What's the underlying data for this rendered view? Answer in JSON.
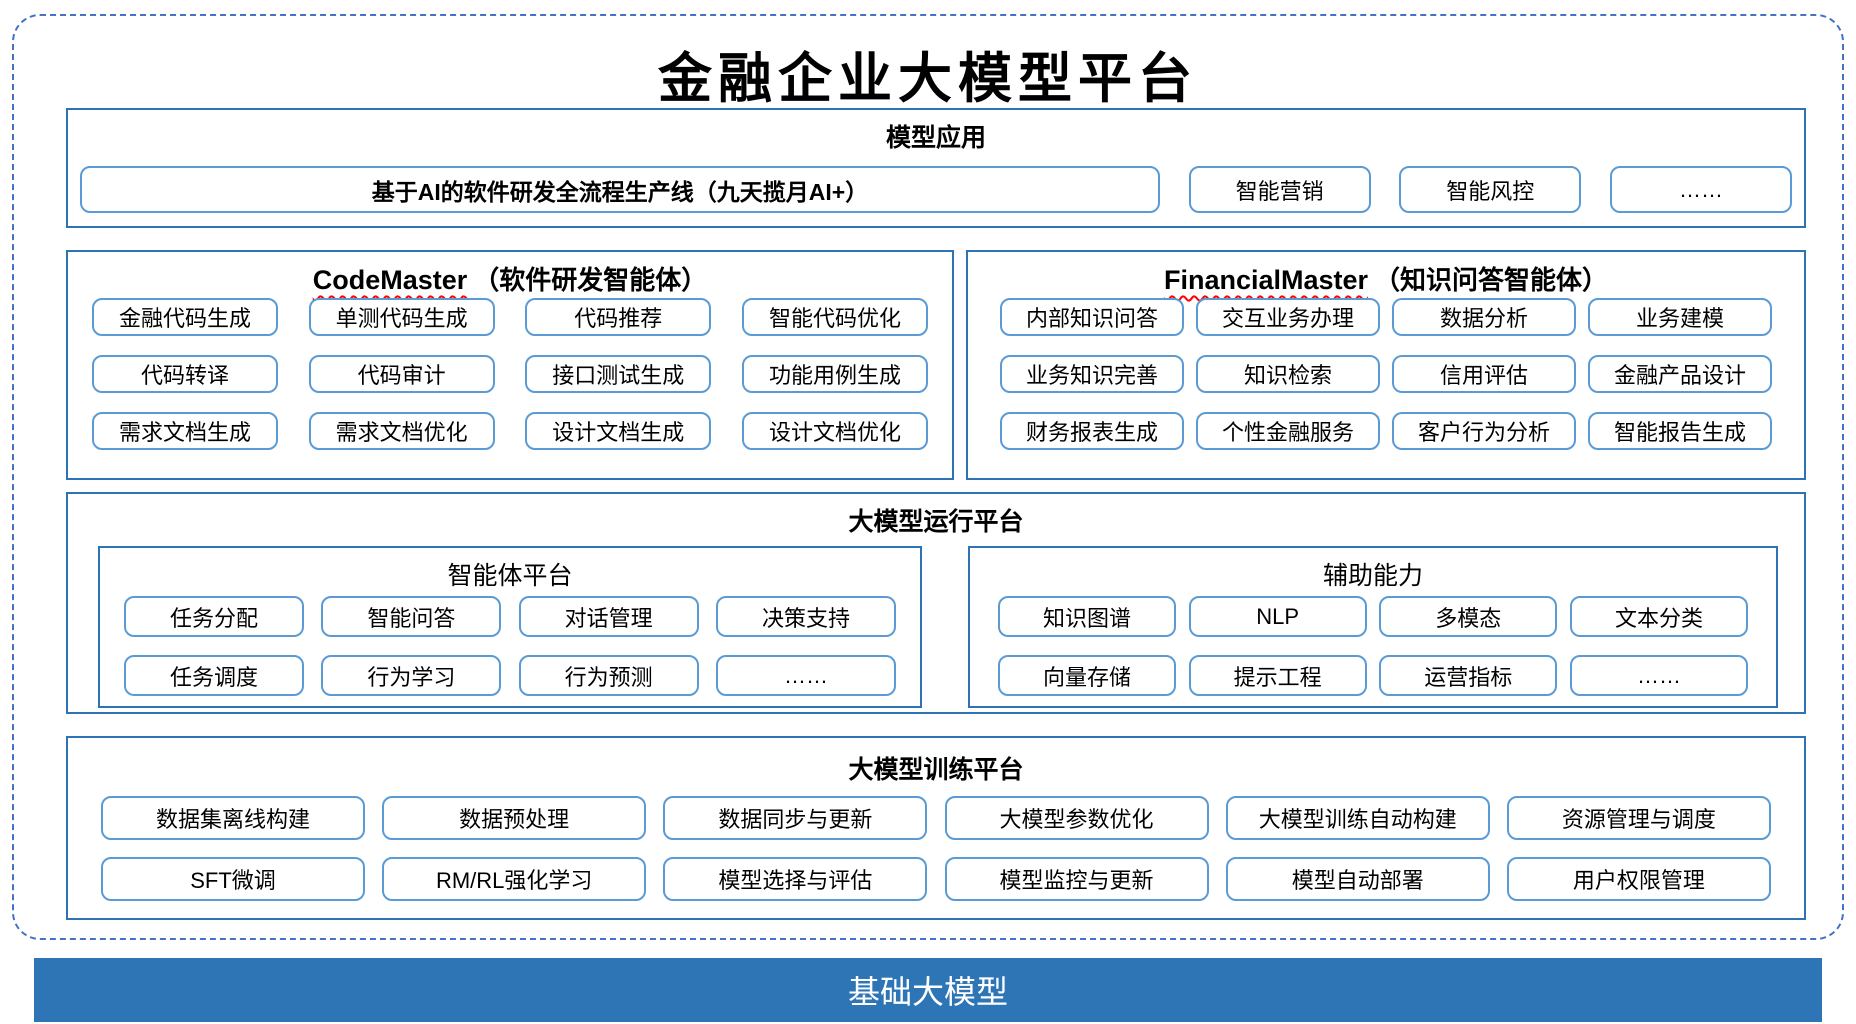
{
  "title": "金融企业大模型平台",
  "model_applications": {
    "header": "模型应用",
    "featured_item": "基于AI的软件研发全流程生产线（九天揽月AI+）",
    "items": [
      "智能营销",
      "智能风控",
      "……"
    ]
  },
  "code_master": {
    "name_en": "CodeMaster",
    "name_zh": "（软件研发智能体）",
    "items": [
      "金融代码生成",
      "单测代码生成",
      "代码推荐",
      "智能代码优化",
      "代码转译",
      "代码审计",
      "接口测试生成",
      "功能用例生成",
      "需求文档生成",
      "需求文档优化",
      "设计文档生成",
      "设计文档优化"
    ]
  },
  "financial_master": {
    "name_en": "FinancialMaster",
    "name_zh": "（知识问答智能体）",
    "items": [
      "内部知识问答",
      "交互业务办理",
      "数据分析",
      "业务建模",
      "业务知识完善",
      "知识检索",
      "信用评估",
      "金融产品设计",
      "财务报表生成",
      "个性金融服务",
      "客户行为分析",
      "智能报告生成"
    ]
  },
  "runtime_platform": {
    "header": "大模型运行平台",
    "agent_platform": {
      "header": "智能体平台",
      "items": [
        "任务分配",
        "智能问答",
        "对话管理",
        "决策支持",
        "任务调度",
        "行为学习",
        "行为预测",
        "……"
      ]
    },
    "auxiliary": {
      "header": "辅助能力",
      "items": [
        "知识图谱",
        "NLP",
        "多模态",
        "文本分类",
        "向量存储",
        "提示工程",
        "运营指标",
        "……"
      ]
    }
  },
  "training_platform": {
    "header": "大模型训练平台",
    "items": [
      "数据集离线构建",
      "数据预处理",
      "数据同步与更新",
      "大模型参数优化",
      "大模型训练自动构建",
      "资源管理与调度",
      "SFT微调",
      "RM/RL强化学习",
      "模型选择与评估",
      "模型监控与更新",
      "模型自动部署",
      "用户权限管理"
    ]
  },
  "base_model": {
    "label": "基础大模型"
  },
  "colors": {
    "dashed_frame": "#4472C4",
    "section_border": "#2E74B5",
    "item_border": "#5B9BD5",
    "base_bar_bg": "#2E75B6",
    "spellcheck_underline": "#FF0000"
  }
}
